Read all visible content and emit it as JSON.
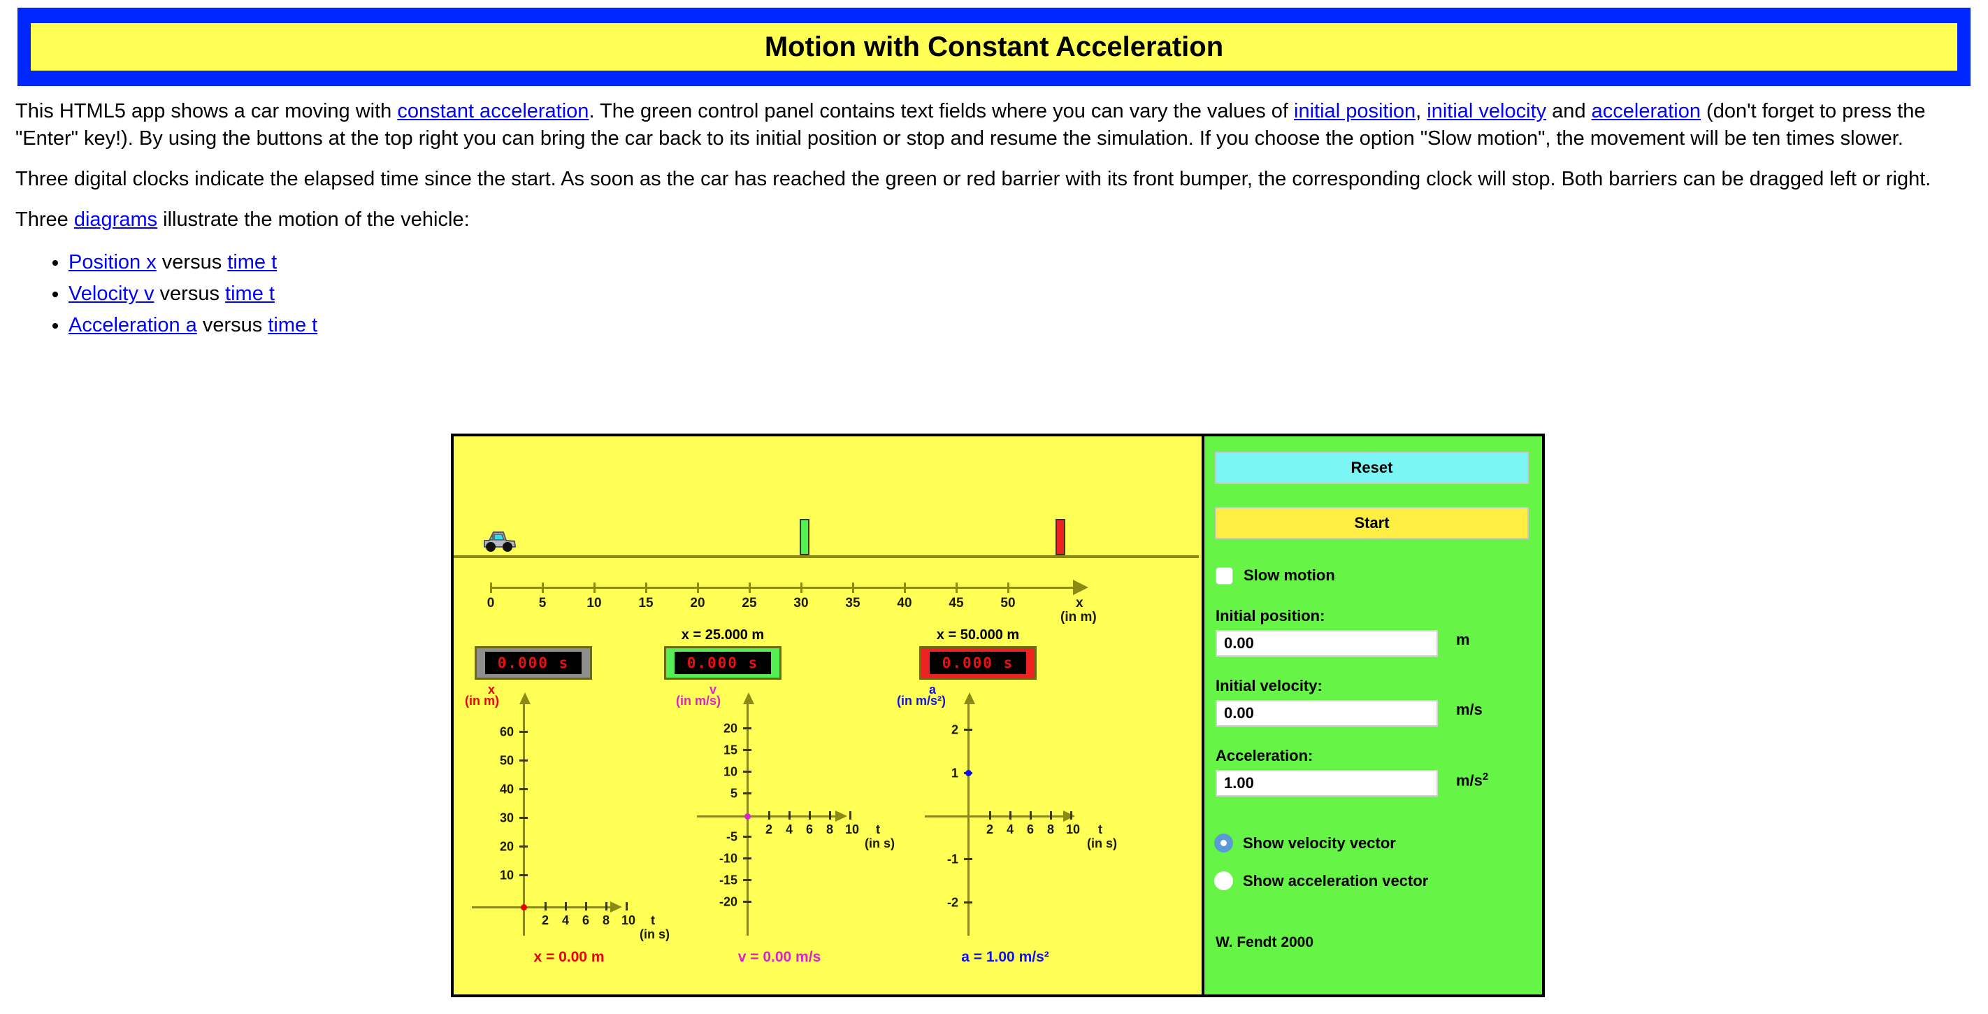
{
  "header": {
    "title": "Motion with Constant Acceleration",
    "band_color": "#0026ff",
    "inner_color": "#ffff55"
  },
  "intro": {
    "p1_a": "This HTML5 app shows a car moving with ",
    "p1_link1": "constant acceleration",
    "p1_b": ". The green control panel contains text fields where you can vary the values of ",
    "p1_link2": "initial position",
    "p1_c": ", ",
    "p1_link3": "initial velocity",
    "p1_d": " and ",
    "p1_link4": "acceleration",
    "p1_e": " (don't forget to press the \"Enter\" key!). By using the buttons at the top right you can bring the car back to its initial position or stop and resume the simulation. If you choose the option \"Slow motion\", the movement will be ten times slower.",
    "p2": "Three digital clocks indicate the elapsed time since the start. As soon as the car has reached the green or red barrier with its front bumper, the corresponding clock will stop. Both barriers can be dragged left or right.",
    "p3_a": "Three ",
    "p3_link": "diagrams",
    "p3_b": " illustrate the motion of the vehicle:"
  },
  "diagram_list": [
    {
      "link1": "Position x",
      "mid": " versus ",
      "link2": "time t"
    },
    {
      "link1": "Velocity v",
      "mid": " versus ",
      "link2": "time t"
    },
    {
      "link1": "Acceleration a",
      "mid": " versus ",
      "link2": "time t"
    }
  ],
  "simulation": {
    "track": {
      "axis_name": "x",
      "axis_unit": "(in m)",
      "tick_labels": [
        "0",
        "5",
        "10",
        "15",
        "20",
        "25",
        "30",
        "35",
        "40",
        "45",
        "50"
      ],
      "tick_values": [
        0,
        5,
        10,
        15,
        20,
        25,
        30,
        35,
        40,
        45,
        50
      ],
      "car_position_m": 0,
      "green_barrier_m": 25,
      "red_barrier_m": 50,
      "green_barrier_color": "#55ee55",
      "red_barrier_color": "#ee2222"
    },
    "clocks": [
      {
        "caption": "",
        "value": "0.000 s",
        "bezel": "grey"
      },
      {
        "caption": "x = 25.000 m",
        "value": "0.000 s",
        "bezel": "green"
      },
      {
        "caption": "x = 50.000 m",
        "value": "0.000 s",
        "bezel": "red"
      }
    ],
    "readouts": {
      "x": "x = 0.00 m",
      "v": "v = 0.00 m/s",
      "a": "a = 1.00 m/s²"
    }
  },
  "chart_data": [
    {
      "type": "scatter",
      "title": "x",
      "title_unit": "(in m)",
      "title_color": "#ee0000",
      "xlabel": "t",
      "xlabel_unit": "(in s)",
      "ylabel": "x",
      "x_ticks": [
        2,
        4,
        6,
        8,
        10
      ],
      "x_tick_labels": [
        "2",
        "4",
        "6",
        "8",
        "10"
      ],
      "y_ticks": [
        10,
        20,
        30,
        40,
        50,
        60
      ],
      "y_tick_labels": [
        "10",
        "20",
        "30",
        "40",
        "50",
        "60"
      ],
      "xlim": [
        0,
        12
      ],
      "ylim": [
        0,
        68
      ],
      "grid": false,
      "points": [
        {
          "x": 0,
          "y": 0
        }
      ],
      "point_color": "#ee0000"
    },
    {
      "type": "scatter",
      "title": "v",
      "title_unit": "(in m/s)",
      "title_color": "#dd22cc",
      "xlabel": "t",
      "xlabel_unit": "(in s)",
      "ylabel": "v",
      "x_ticks": [
        2,
        4,
        6,
        8,
        10
      ],
      "x_tick_labels": [
        "2",
        "4",
        "6",
        "8",
        "10"
      ],
      "y_ticks": [
        20,
        15,
        10,
        5,
        -5,
        -10,
        -15,
        -20
      ],
      "y_tick_labels": [
        "20",
        "15",
        "10",
        "5",
        "-5",
        "-10",
        "-15",
        "-20"
      ],
      "xlim": [
        0,
        12
      ],
      "ylim": [
        -22,
        22
      ],
      "grid": false,
      "points": [
        {
          "x": 0,
          "y": 0
        }
      ],
      "point_color": "#dd22cc"
    },
    {
      "type": "scatter",
      "title": "a",
      "title_unit": "(in m/s²)",
      "title_color": "#1111ee",
      "xlabel": "t",
      "xlabel_unit": "(in s)",
      "ylabel": "a",
      "x_ticks": [
        2,
        4,
        6,
        8,
        10
      ],
      "x_tick_labels": [
        "2",
        "4",
        "6",
        "8",
        "10"
      ],
      "y_ticks": [
        2,
        1,
        -1,
        -2
      ],
      "y_tick_labels": [
        "2",
        "1",
        "-1",
        "-2"
      ],
      "xlim": [
        0,
        12
      ],
      "ylim": [
        -2.4,
        2.4
      ],
      "grid": false,
      "points": [
        {
          "x": 0,
          "y": 1
        }
      ],
      "point_color": "#1111ee"
    }
  ],
  "controls": {
    "reset_label": "Reset",
    "start_label": "Start",
    "slow_motion_label": "Slow motion",
    "slow_motion_checked": false,
    "fields": [
      {
        "label": "Initial position:",
        "value": "0.00",
        "unit": "m"
      },
      {
        "label": "Initial velocity:",
        "value": "0.00",
        "unit": "m/s"
      },
      {
        "label": "Acceleration:",
        "value": "1.00",
        "unit": "m/s²"
      }
    ],
    "radios": [
      {
        "label": "Show velocity vector",
        "selected": true
      },
      {
        "label": "Show acceleration vector",
        "selected": false
      }
    ],
    "credit": "W. Fendt 2000",
    "panel_color": "#66f446",
    "reset_color": "#7cf5f5",
    "start_color": "#ffee44"
  }
}
